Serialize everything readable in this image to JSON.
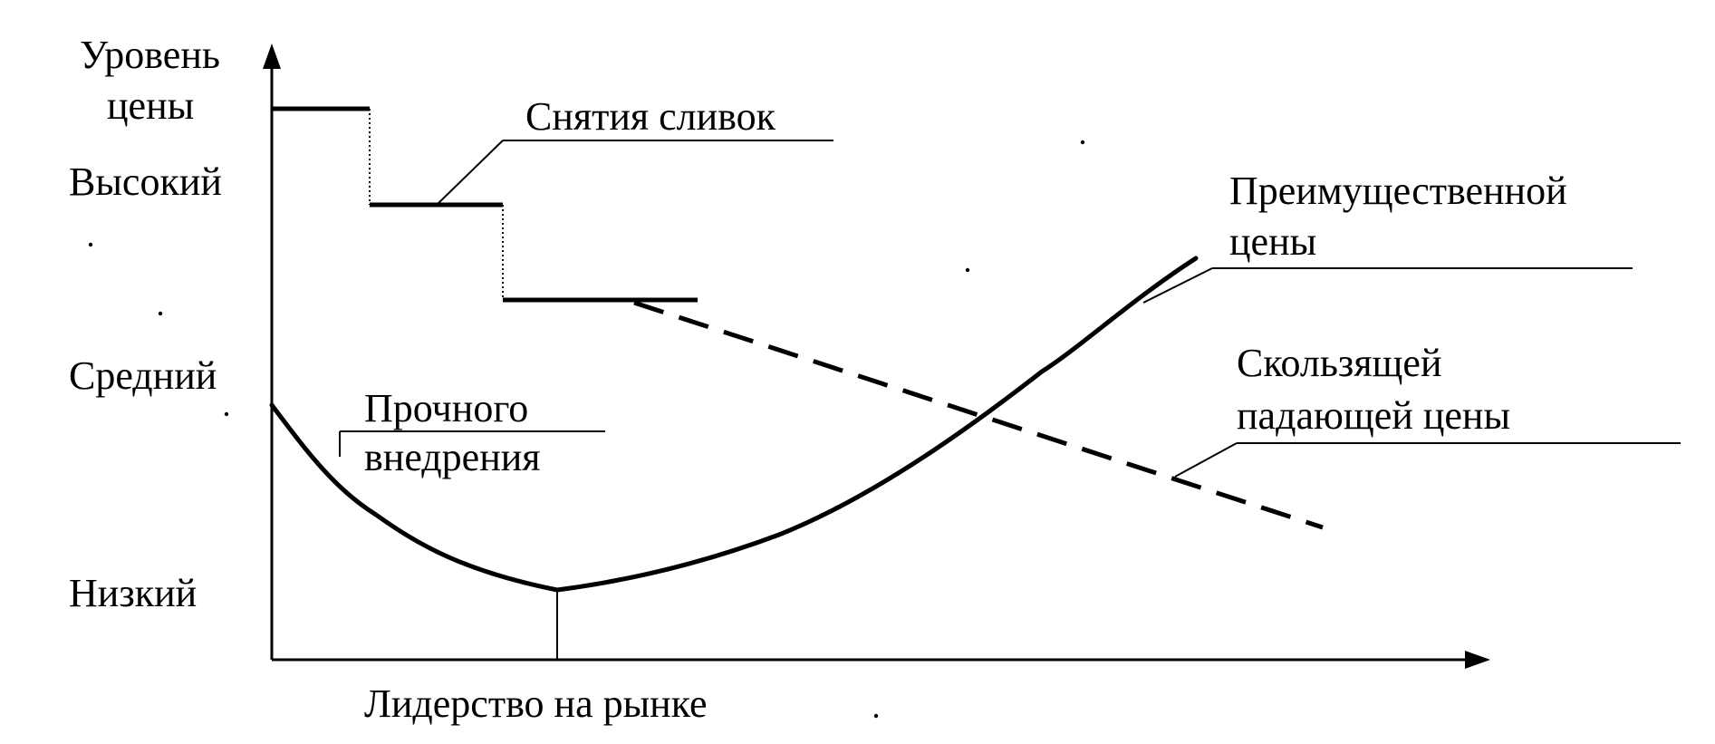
{
  "y_axis": {
    "title_line1": "Уровень",
    "title_line2": "цены",
    "levels": [
      "Высокий",
      "Средний",
      "Низкий"
    ]
  },
  "x_axis": {
    "title": "Лидерство на рынке"
  },
  "strategies": {
    "skimming": "Снятия сливок",
    "penetration_line1": "Прочного",
    "penetration_line2": "внедрения",
    "premium_line1": "Преимущественной",
    "premium_line2": "цены",
    "sliding_line1": "Скользящей",
    "sliding_line2": "падающей цены"
  },
  "colors": {
    "ink": "#000000",
    "background": "#ffffff"
  }
}
